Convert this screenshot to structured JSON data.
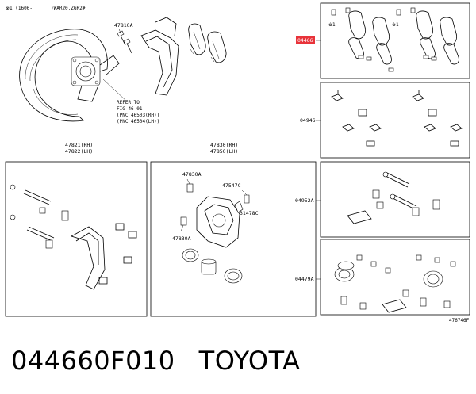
{
  "header": {
    "note_left": "※1 (1606-",
    "note_right": ")WAR20,ZGR2#"
  },
  "labels": {
    "p47810A": "47810A",
    "refer_to": "REFER TO",
    "fig": "FIG 46-01",
    "pnc_rh": "(PNC 46503(RH))",
    "pnc_lh": "(PNC 46504(LH))",
    "p47821": "47821(RH)",
    "p47822": "47822(LH)",
    "p47830": "47830(RH)",
    "p47850": "47850(LH)",
    "p47830A_top": "47830A",
    "p47547C": "47547C",
    "p31478C": "31478C",
    "p47830A_bot": "47830A",
    "p04466": "04466",
    "p04946": "04946",
    "p04952A": "04952A",
    "p04479A": "04479A",
    "ref_note": "※1",
    "fig_code": "476746F"
  },
  "bottom": {
    "part_number": "044660F010",
    "brand": "TOYOTA"
  },
  "colors": {
    "highlight": "#e8333a",
    "line": "#000000",
    "background": "#ffffff"
  }
}
